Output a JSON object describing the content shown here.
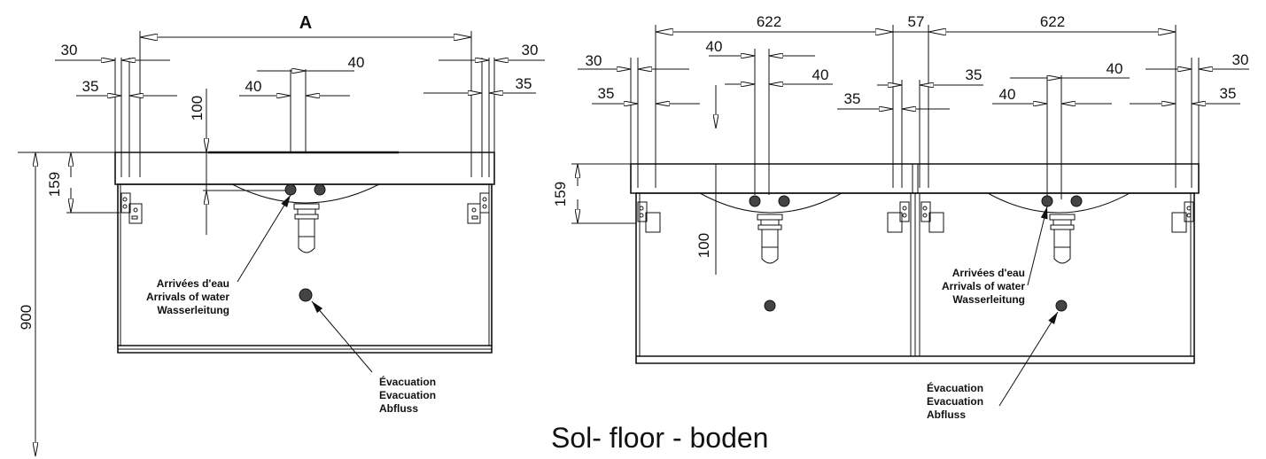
{
  "single_unit": {
    "width_label": "A",
    "dims": {
      "left_30": "30",
      "left_35": "35",
      "right_30": "30",
      "right_35": "35",
      "tap_40_upper": "40",
      "tap_40_lower": "40",
      "depth_100": "100",
      "height_159": "159",
      "height_900": "900"
    },
    "water_label": [
      "Arrivées d'eau",
      "Arrivals of water",
      "Wasserleitung"
    ],
    "drain_label": [
      "Évacuation",
      "Evacuation",
      "Abfluss"
    ]
  },
  "double_unit": {
    "dims": {
      "width_left": "622",
      "gap": "57",
      "width_right": "622",
      "left_30": "30",
      "left_35": "35",
      "tap_40_top": "40",
      "tap_40_mid": "40",
      "mid_35_upper": "35",
      "mid_35_lower": "35",
      "tap2_40_upper": "40",
      "tap2_40_lower": "40",
      "right_30": "30",
      "right_35": "35",
      "height_159": "159",
      "depth_100": "100"
    },
    "water_label": [
      "Arrivées d'eau",
      "Arrivals of water",
      "Wasserleitung"
    ],
    "drain_label": [
      "Évacuation",
      "Evacuation",
      "Abfluss"
    ]
  },
  "floor_label": "Sol- floor - boden"
}
